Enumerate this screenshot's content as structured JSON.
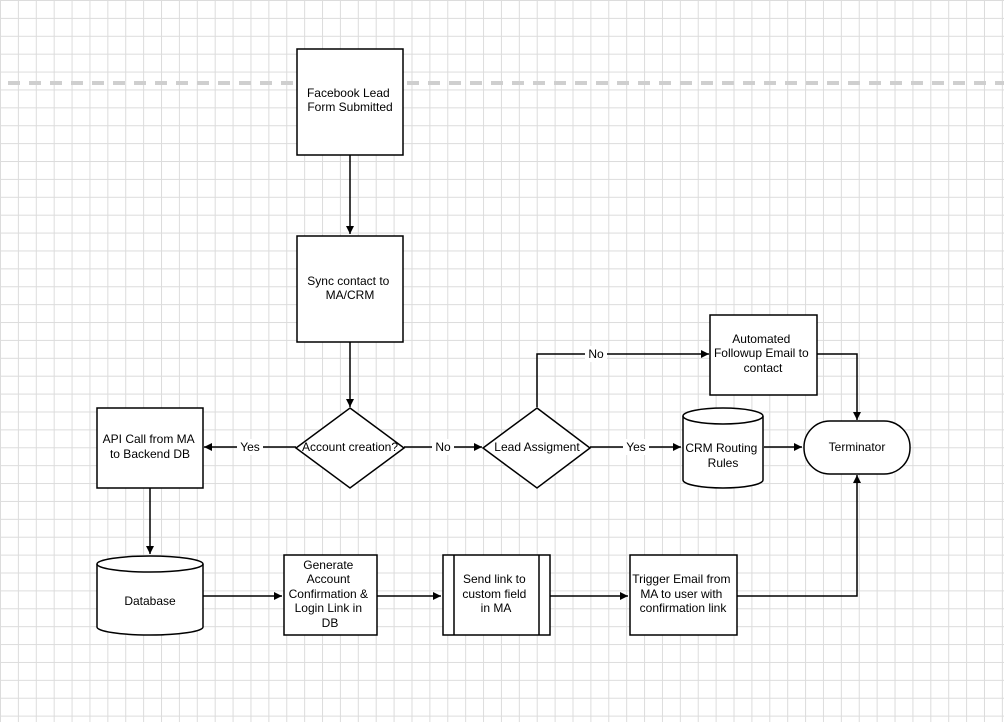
{
  "nodes": {
    "facebook_lead": [
      "Facebook Lead",
      "Form Submitted"
    ],
    "sync_contact": [
      "Sync contact to",
      "MA/CRM"
    ],
    "account_creation": [
      "Account creation?"
    ],
    "lead_assignment": [
      "Lead Assigment"
    ],
    "automated_followup": [
      "Automated",
      "Followup Email to",
      "contact"
    ],
    "crm_routing": [
      "CRM Routing",
      "Rules"
    ],
    "terminator": [
      "Terminator"
    ],
    "api_call": [
      "API Call from MA",
      "to Backend DB"
    ],
    "database": [
      "Database"
    ],
    "generate_account": [
      "Generate",
      "Account",
      "Confirmation &",
      "Login Link in",
      "DB"
    ],
    "send_link": [
      "Send link to",
      "custom field",
      "in MA"
    ],
    "trigger_email": [
      "Trigger Email from",
      "MA to user with",
      "confirmation link"
    ]
  },
  "edge_labels": {
    "account_yes": "Yes",
    "account_no": "No",
    "lead_no": "No",
    "lead_yes": "Yes"
  },
  "colors": {
    "stroke": "#000000",
    "fill": "#ffffff",
    "grid": "#dcdcdc",
    "page_break": "#cfcfcf"
  }
}
